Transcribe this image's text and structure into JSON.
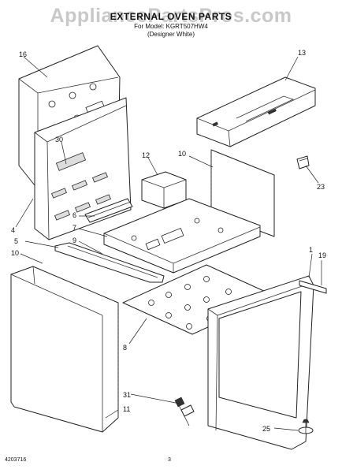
{
  "header": {
    "watermark": "AppliancePartsPros.com",
    "title": "EXTERNAL OVEN PARTS",
    "model_line": "For Model: KGRT507HW4",
    "designer_line": "(Designer White)"
  },
  "footer": {
    "part_code": "4203716",
    "page_number": "3"
  },
  "callouts": [
    "16",
    "13",
    "30",
    "10",
    "12",
    "23",
    "4",
    "6",
    "7",
    "5",
    "9",
    "10",
    "1",
    "19",
    "8",
    "31",
    "11",
    "25"
  ]
}
